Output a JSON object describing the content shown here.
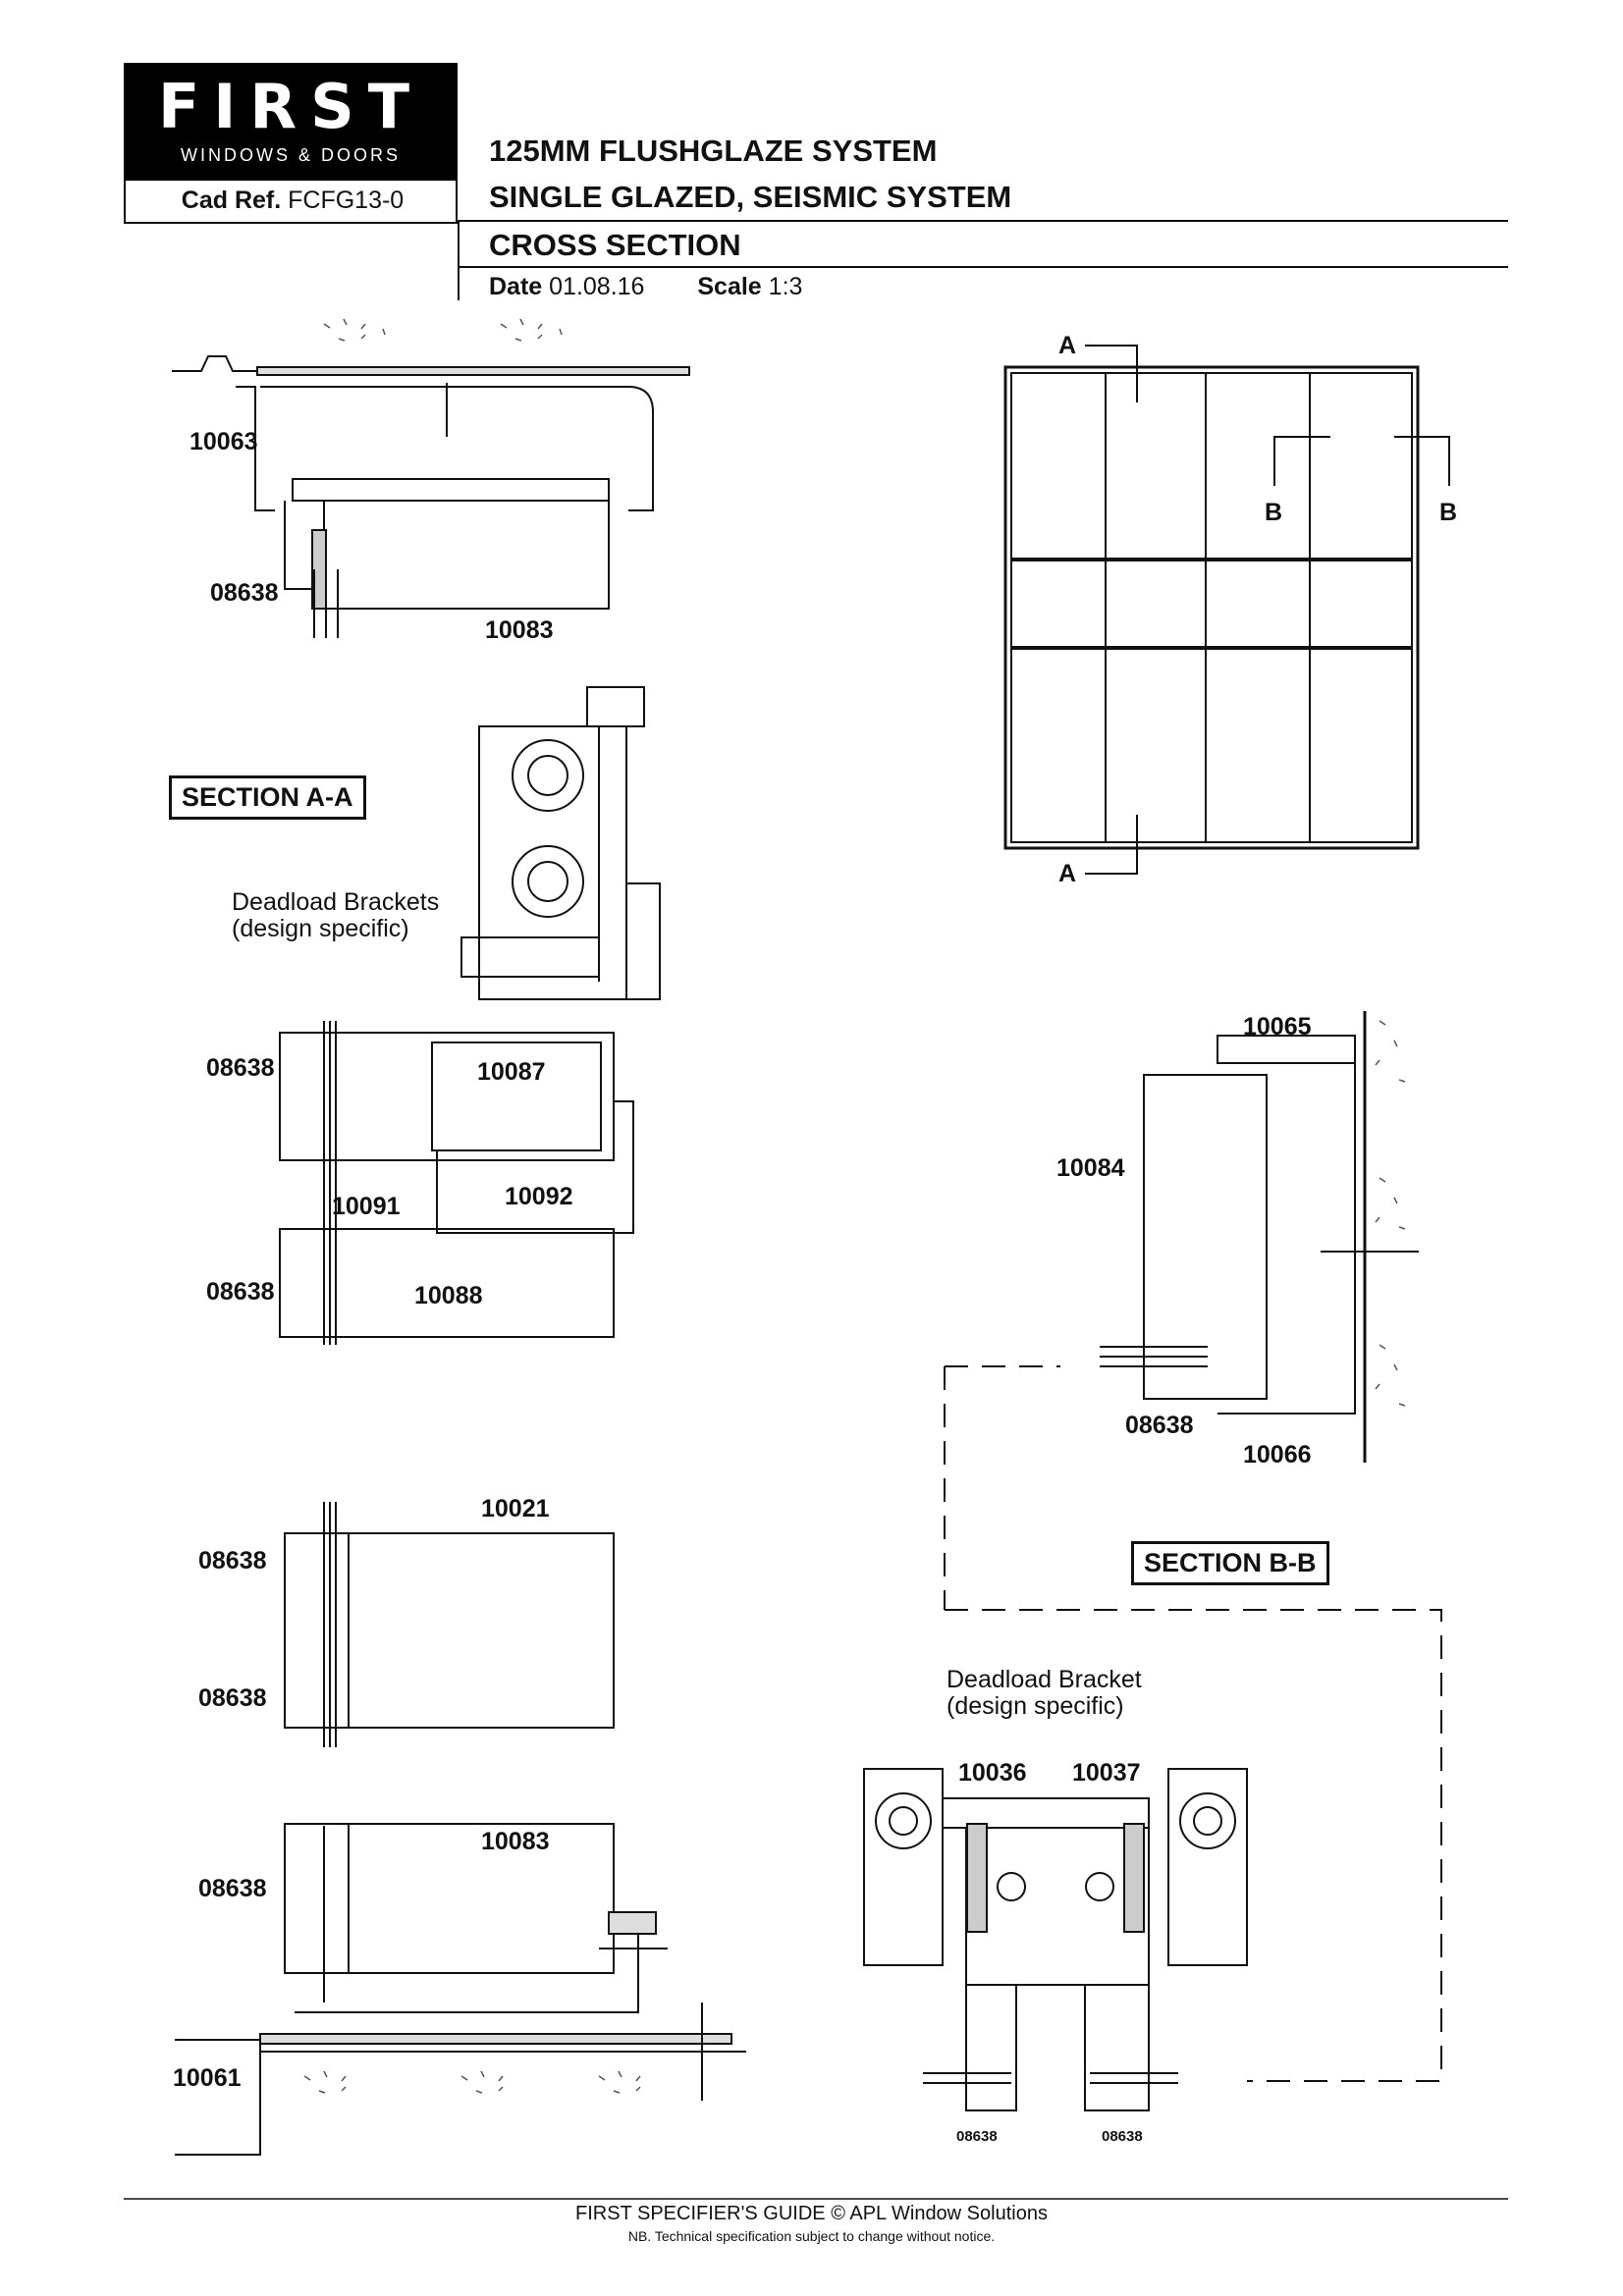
{
  "header": {
    "logo_text": "FIRST",
    "logo_sub": "WINDOWS & DOORS",
    "cad_ref_label": "Cad Ref.",
    "cad_ref_value": "FCFG13-0",
    "title_line1": "125MM  FLUSHGLAZE SYSTEM",
    "title_line2": "SINGLE GLAZED, SEISMIC SYSTEM",
    "title_line3": "CROSS SECTION",
    "date_label": "Date",
    "date_value": "01.08.16",
    "scale_label": "Scale",
    "scale_value": "1:3"
  },
  "labels": {
    "p10063": "10063",
    "p08638_a": "08638",
    "p10083_a": "10083",
    "section_aa": "SECTION A-A",
    "deadload_brackets_1": "Deadload Brackets",
    "deadload_brackets_2": "(design specific)",
    "p08638_b": "08638",
    "p10087": "10087",
    "p10091": "10091",
    "p10092": "10092",
    "p08638_c": "08638",
    "p10088": "10088",
    "p10021": "10021",
    "p08638_d": "08638",
    "p08638_e": "08638",
    "p10083_b": "10083",
    "p08638_f": "08638",
    "p10061": "10061",
    "elev_a_top": "A",
    "elev_a_bottom": "A",
    "elev_b_left": "B",
    "elev_b_right": "B",
    "p10065": "10065",
    "p10084": "10084",
    "p08638_g": "08638",
    "p10066": "10066",
    "section_bb": "SECTION B-B",
    "deadload_bracket_1": "Deadload Bracket",
    "deadload_bracket_2": "(design specific)",
    "p10036": "10036",
    "p10037": "10037",
    "p08638_h": "08638",
    "p08638_i": "08638"
  },
  "footer": {
    "line1": "FIRST SPECIFIER'S GUIDE  © APL Window Solutions",
    "line2": "NB. Technical specification subject to change without notice."
  }
}
